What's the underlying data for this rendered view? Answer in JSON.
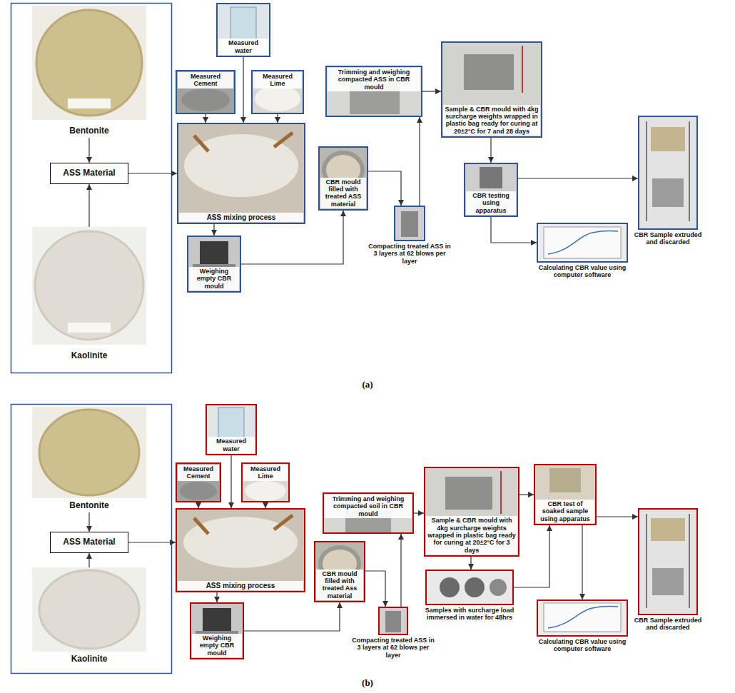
{
  "diagram": {
    "nodes": [
      {
        "text": [
          "Bentonite"
        ]
      },
      {
        "text": [
          "ASS Material"
        ]
      },
      {
        "text": [
          "Kaolinite"
        ]
      },
      {
        "text": [
          "Measured water"
        ]
      },
      {
        "text": [
          "Measured Cement"
        ]
      },
      {
        "text": [
          "Measured Lime"
        ]
      },
      {
        "text": [
          "ASS mixing process"
        ]
      },
      {
        "text": [
          "Weighing empty CBR mould"
        ]
      },
      {
        "text": [
          "CBR mould filled with treated ASS material"
        ]
      },
      {
        "text": [
          "Compacting treated ASS in 3 layers at 62 blows per layer"
        ]
      },
      {
        "text": [
          "Trimming and weighing compacted ASS in CBR mould"
        ]
      },
      {
        "text": [
          "Sample & CBR mould with 4kg surcharge weights wrapped in plastic bag ready for curing at 20±2°C for 7 and 28 days"
        ]
      },
      {
        "text": [
          "CBR testing using apparatus"
        ]
      },
      {
        "text": [
          "CBR Sample extruded and discarded"
        ]
      },
      {
        "text": [
          "Calculating CBR value using computer software"
        ]
      },
      {
        "text": [
          "Bentonite"
        ]
      },
      {
        "text": [
          "ASS Material"
        ]
      },
      {
        "text": [
          "Kaolinite"
        ]
      },
      {
        "text": [
          "Measured water"
        ]
      },
      {
        "text": [
          "Measured Cement"
        ]
      },
      {
        "text": [
          "Measured Lime"
        ]
      },
      {
        "text": [
          "ASS mixing process"
        ]
      },
      {
        "text": [
          "Weighing empty CBR mould"
        ]
      },
      {
        "text": [
          "CBR mould filled with treated Ass material"
        ]
      },
      {
        "text": [
          "Compacting treated ASS in 3 layers at 62 blows per layer"
        ]
      },
      {
        "text": [
          "Trimming and weighing compacted soil in CBR mould"
        ]
      },
      {
        "text": [
          "Sample & CBR mould with 4kg surcharge weights wrapped in plastic bag ready for curing at 20±2°C for 3 days"
        ]
      },
      {
        "text": [
          "Samples with surcharge load immersed in water for 48hrs"
        ]
      },
      {
        "text": [
          "CBR test of soaked sample using apparatus"
        ]
      },
      {
        "text": [
          "CBR Sample extruded and discarded"
        ]
      },
      {
        "text": [
          "Calculating CBR value using computer software"
        ]
      }
    ],
    "edges": [
      {
        "from": 0,
        "to": 1,
        "arrow": "to"
      },
      {
        "from": 2,
        "to": 1,
        "arrow": "to"
      },
      {
        "from": 1,
        "to": 6,
        "arrow": "to"
      },
      {
        "from": 3,
        "to": 6,
        "arrow": "to"
      },
      {
        "from": 4,
        "to": 6,
        "arrow": "to"
      },
      {
        "from": 5,
        "to": 6,
        "arrow": "to"
      },
      {
        "from": 6,
        "to": 7,
        "arrow": "to"
      },
      {
        "from": 7,
        "to": 8,
        "arrow": "to"
      },
      {
        "from": 8,
        "to": 9,
        "arrow": "to"
      },
      {
        "from": 9,
        "to": 10,
        "arrow": "to"
      },
      {
        "from": 10,
        "to": 11,
        "arrow": "to"
      },
      {
        "from": 11,
        "to": 12,
        "arrow": "to"
      },
      {
        "from": 12,
        "to": 13,
        "arrow": "to"
      },
      {
        "from": 12,
        "to": 14,
        "arrow": "to"
      },
      {
        "from": 15,
        "to": 16,
        "arrow": "to"
      },
      {
        "from": 17,
        "to": 16,
        "arrow": "to"
      },
      {
        "from": 16,
        "to": 21,
        "arrow": "to"
      },
      {
        "from": 18,
        "to": 21,
        "arrow": "to"
      },
      {
        "from": 19,
        "to": 21,
        "arrow": "to"
      },
      {
        "from": 20,
        "to": 21,
        "arrow": "to"
      },
      {
        "from": 21,
        "to": 22,
        "arrow": "to"
      },
      {
        "from": 22,
        "to": 23,
        "arrow": "to"
      },
      {
        "from": 23,
        "to": 24,
        "arrow": "to"
      },
      {
        "from": 24,
        "to": 25,
        "arrow": "to"
      },
      {
        "from": 25,
        "to": 26,
        "arrow": "to"
      },
      {
        "from": 26,
        "to": 28,
        "arrow": "to"
      },
      {
        "from": 26,
        "to": 27,
        "arrow": "to"
      },
      {
        "from": 27,
        "to": 28,
        "arrow": "to"
      },
      {
        "from": 28,
        "to": 29,
        "arrow": "to"
      },
      {
        "from": 28,
        "to": 30,
        "arrow": "to"
      }
    ],
    "labels": [
      "(a)",
      "(b)"
    ]
  }
}
